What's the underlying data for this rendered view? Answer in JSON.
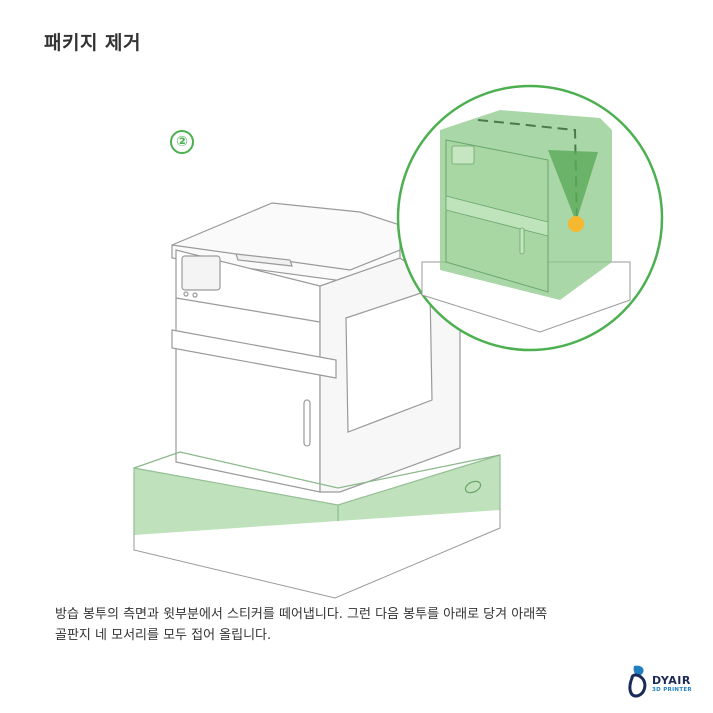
{
  "page": {
    "title": "패키지 제거",
    "step_number": "②"
  },
  "instructions": {
    "line1": "방습 봉투의 측면과 윗부분에서 스티커를 떼어냅니다. 그런 다음 봉투를 아래로 당겨 아래쪽",
    "line2": "골판지 네 모서리를 모두 접어 올립니다."
  },
  "logo": {
    "name": "DYAIR",
    "tagline": "3D PRINTER"
  },
  "colors": {
    "accent_green": "#4caf50",
    "bag_green": "#8cc98a",
    "highlight_dot": "#f5b82e",
    "outline_gray": "#9a9a9a",
    "text_dark": "#333333",
    "logo_navy": "#1a2a5a",
    "logo_blue": "#1f7fc1"
  }
}
